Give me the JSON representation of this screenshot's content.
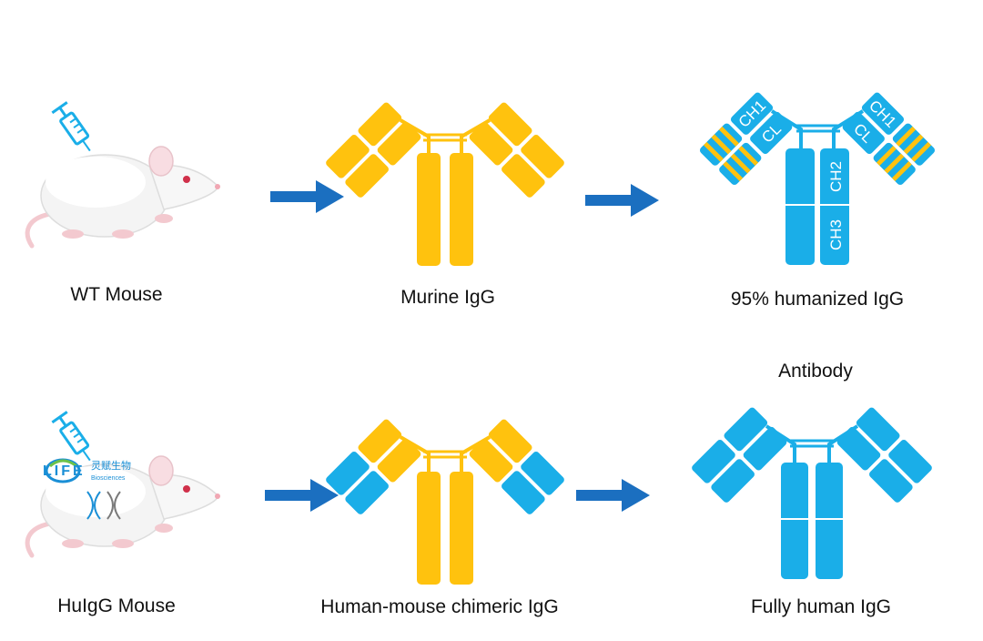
{
  "colors": {
    "murine": "#ffc20e",
    "human": "#1aaee8",
    "arrow": "#1b6fc0",
    "logo_blue": "#1a8fd6",
    "logo_green": "#6cc24a"
  },
  "rows": [
    {
      "mouse_label": "WT Mouse",
      "antibodies": [
        {
          "caption": "Murine IgG"
        },
        {
          "caption": "95% humanized IgG"
        }
      ]
    },
    {
      "mouse_label": "HuIgG Mouse",
      "antibodies": [
        {
          "caption": "Human-mouse chimeric IgG"
        },
        {
          "caption": "Fully human IgG"
        }
      ]
    }
  ],
  "antibody_annotation": "Antibody",
  "domain_labels": {
    "ch1": "CH1",
    "cl": "CL",
    "ch2": "CH2",
    "ch3": "CH3"
  },
  "logo": {
    "brand": "LIFE",
    "cn_name": "灵赋生物",
    "tagline": "Biosciences"
  },
  "icons": [
    "syringe-icon",
    "mouse-icon",
    "arrow-right-icon",
    "antibody-icon",
    "dna-icon"
  ]
}
